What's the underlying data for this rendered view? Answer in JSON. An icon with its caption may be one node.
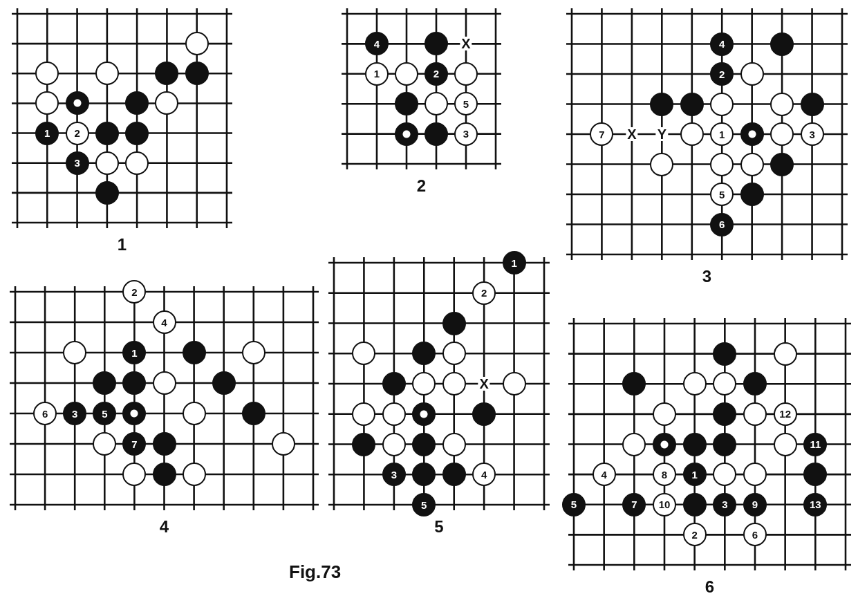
{
  "diagram": {
    "caption": "Fig.73",
    "nodes": [
      {
        "text": [
          "1"
        ]
      },
      {
        "text": [],
        "shape": "circle",
        "in": 0
      },
      {
        "text": [],
        "shape": "circle",
        "in": 0
      },
      {
        "text": [],
        "shape": "circle",
        "in": 0
      },
      {
        "text": [],
        "shape": "circle",
        "in": 0
      },
      {
        "text": [],
        "shape": "circle",
        "in": 0
      },
      {
        "text": [],
        "shape": "circle",
        "in": 0
      },
      {
        "text": [],
        "shape": "circle",
        "in": 0
      },
      {
        "text": [],
        "shape": "circle",
        "in": 0
      },
      {
        "text": [],
        "shape": "circle",
        "in": 0
      },
      {
        "text": [
          "1"
        ],
        "in": 0
      },
      {
        "text": [
          "2"
        ],
        "in": 0
      },
      {
        "text": [],
        "shape": "circle",
        "in": 0
      },
      {
        "text": [],
        "shape": "circle",
        "in": 0
      },
      {
        "text": [
          "3"
        ],
        "in": 0
      },
      {
        "text": [],
        "shape": "circle",
        "in": 0
      },
      {
        "text": [],
        "shape": "circle",
        "in": 0
      },
      {
        "text": [],
        "shape": "circle",
        "in": 0
      },
      {
        "text": [
          "2"
        ]
      },
      {
        "text": [
          "4"
        ],
        "in": 18
      },
      {
        "text": [],
        "shape": "circle",
        "in": 18
      },
      {
        "text": [
          "1"
        ],
        "in": 18
      },
      {
        "text": [],
        "shape": "circle",
        "in": 18
      },
      {
        "text": [
          "2"
        ],
        "in": 18
      },
      {
        "text": [],
        "shape": "circle",
        "in": 18
      },
      {
        "text": [],
        "shape": "circle",
        "in": 18
      },
      {
        "text": [],
        "shape": "circle",
        "in": 18
      },
      {
        "text": [
          "5"
        ],
        "in": 18
      },
      {
        "text": [],
        "shape": "circle",
        "in": 18
      },
      {
        "text": [],
        "shape": "circle",
        "in": 18
      },
      {
        "text": [
          "3"
        ],
        "in": 18
      },
      {
        "text": [
          "3"
        ]
      },
      {
        "text": [
          "4"
        ],
        "in": 31
      },
      {
        "text": [],
        "shape": "circle",
        "in": 31
      },
      {
        "text": [
          "2"
        ],
        "in": 31
      },
      {
        "text": [],
        "shape": "circle",
        "in": 31
      },
      {
        "text": [],
        "shape": "circle",
        "in": 31
      },
      {
        "text": [],
        "shape": "circle",
        "in": 31
      },
      {
        "text": [],
        "shape": "circle",
        "in": 31
      },
      {
        "text": [],
        "shape": "circle",
        "in": 31
      },
      {
        "text": [],
        "shape": "circle",
        "in": 31
      },
      {
        "text": [
          "7"
        ],
        "in": 31
      },
      {
        "text": [],
        "shape": "circle",
        "in": 31
      },
      {
        "text": [
          "1"
        ],
        "in": 31
      },
      {
        "text": [],
        "shape": "circle",
        "in": 31
      },
      {
        "text": [],
        "shape": "circle",
        "in": 31
      },
      {
        "text": [
          "3"
        ],
        "in": 31
      },
      {
        "text": [],
        "shape": "circle",
        "in": 31
      },
      {
        "text": [],
        "shape": "circle",
        "in": 31
      },
      {
        "text": [],
        "shape": "circle",
        "in": 31
      },
      {
        "text": [],
        "shape": "circle",
        "in": 31
      },
      {
        "text": [
          "5"
        ],
        "in": 31
      },
      {
        "text": [],
        "shape": "circle",
        "in": 31
      },
      {
        "text": [
          "6"
        ],
        "in": 31
      },
      {
        "text": [
          "4"
        ]
      },
      {
        "text": [
          "2"
        ],
        "in": 54
      },
      {
        "text": [
          "4"
        ],
        "in": 54
      },
      {
        "text": [],
        "shape": "circle",
        "in": 54
      },
      {
        "text": [
          "1"
        ],
        "in": 54
      },
      {
        "text": [],
        "shape": "circle",
        "in": 54
      },
      {
        "text": [],
        "shape": "circle",
        "in": 54
      },
      {
        "text": [],
        "shape": "circle",
        "in": 54
      },
      {
        "text": [],
        "shape": "circle",
        "in": 54
      },
      {
        "text": [],
        "shape": "circle",
        "in": 54
      },
      {
        "text": [],
        "shape": "circle",
        "in": 54
      },
      {
        "text": [
          "6"
        ],
        "in": 54
      },
      {
        "text": [
          "3"
        ],
        "in": 54
      },
      {
        "text": [
          "5"
        ],
        "in": 54
      },
      {
        "text": [],
        "shape": "circle",
        "in": 54
      },
      {
        "text": [],
        "shape": "circle",
        "in": 54
      },
      {
        "text": [],
        "shape": "circle",
        "in": 54
      },
      {
        "text": [],
        "shape": "circle",
        "in": 54
      },
      {
        "text": [
          "7"
        ],
        "in": 54
      },
      {
        "text": [],
        "shape": "circle",
        "in": 54
      },
      {
        "text": [],
        "shape": "circle",
        "in": 54
      },
      {
        "text": [],
        "shape": "circle",
        "in": 54
      },
      {
        "text": [],
        "shape": "circle",
        "in": 54
      },
      {
        "text": [],
        "shape": "circle",
        "in": 54
      },
      {
        "text": [
          "5"
        ]
      },
      {
        "text": [
          "1"
        ],
        "in": 78
      },
      {
        "text": [
          "2"
        ],
        "in": 78
      },
      {
        "text": [],
        "shape": "circle",
        "in": 78
      },
      {
        "text": [],
        "shape": "circle",
        "in": 78
      },
      {
        "text": [],
        "shape": "circle",
        "in": 78
      },
      {
        "text": [],
        "shape": "circle",
        "in": 78
      },
      {
        "text": [],
        "shape": "circle",
        "in": 78
      },
      {
        "text": [],
        "shape": "circle",
        "in": 78
      },
      {
        "text": [],
        "shape": "circle",
        "in": 78
      },
      {
        "text": [],
        "shape": "circle",
        "in": 78
      },
      {
        "text": [],
        "shape": "circle",
        "in": 78
      },
      {
        "text": [],
        "shape": "circle",
        "in": 78
      },
      {
        "text": [],
        "shape": "circle",
        "in": 78
      },
      {
        "text": [],
        "shape": "circle",
        "in": 78
      },
      {
        "text": [],
        "shape": "circle",
        "in": 78
      },
      {
        "text": [],
        "shape": "circle",
        "in": 78
      },
      {
        "text": [],
        "shape": "circle",
        "in": 78
      },
      {
        "text": [],
        "shape": "circle",
        "in": 78
      },
      {
        "text": [
          "3"
        ],
        "in": 78
      },
      {
        "text": [],
        "shape": "circle",
        "in": 78
      },
      {
        "text": [],
        "shape": "circle",
        "in": 78
      },
      {
        "text": [
          "4"
        ],
        "in": 78
      },
      {
        "text": [
          "5"
        ],
        "in": 78
      },
      {
        "text": [
          "6"
        ]
      },
      {
        "text": [],
        "shape": "circle",
        "in": 102
      },
      {
        "text": [],
        "shape": "circle",
        "in": 102
      },
      {
        "text": [],
        "shape": "circle",
        "in": 102
      },
      {
        "text": [],
        "shape": "circle",
        "in": 102
      },
      {
        "text": [],
        "shape": "circle",
        "in": 102
      },
      {
        "text": [],
        "shape": "circle",
        "in": 102
      },
      {
        "text": [],
        "shape": "circle",
        "in": 102
      },
      {
        "text": [],
        "shape": "circle",
        "in": 102
      },
      {
        "text": [],
        "shape": "circle",
        "in": 102
      },
      {
        "text": [
          "12"
        ],
        "in": 102
      },
      {
        "text": [],
        "shape": "circle",
        "in": 102
      },
      {
        "text": [],
        "shape": "circle",
        "in": 102
      },
      {
        "text": [],
        "shape": "circle",
        "in": 102
      },
      {
        "text": [],
        "shape": "circle",
        "in": 102
      },
      {
        "text": [],
        "shape": "circle",
        "in": 102
      },
      {
        "text": [
          "11"
        ],
        "in": 102
      },
      {
        "text": [
          "4"
        ],
        "in": 102
      },
      {
        "text": [
          "8"
        ],
        "in": 102
      },
      {
        "text": [
          "1"
        ],
        "in": 102
      },
      {
        "text": [],
        "shape": "circle",
        "in": 102
      },
      {
        "text": [],
        "shape": "circle",
        "in": 102
      },
      {
        "text": [],
        "shape": "circle",
        "in": 102
      },
      {
        "text": [
          "5"
        ],
        "in": 102
      },
      {
        "text": [
          "7"
        ],
        "in": 102
      },
      {
        "text": [
          "10"
        ],
        "in": 102
      },
      {
        "text": [],
        "shape": "circle",
        "in": 102
      },
      {
        "text": [
          "3"
        ],
        "in": 102
      },
      {
        "text": [
          "9"
        ],
        "in": 102
      },
      {
        "text": [
          "13"
        ],
        "in": 102
      },
      {
        "text": [
          "2"
        ],
        "in": 102
      },
      {
        "text": [
          "6"
        ],
        "in": 102
      }
    ],
    "labels": [
      "X",
      "X",
      "Y",
      "X"
    ]
  }
}
